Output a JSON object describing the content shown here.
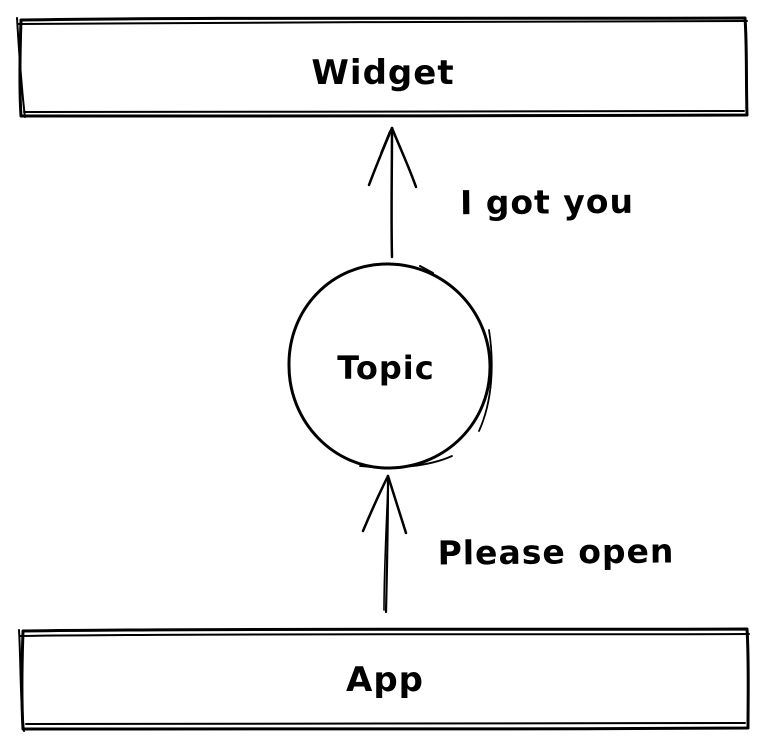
{
  "diagram": {
    "background": "#ffffff",
    "stroke_color": "#000000",
    "style": "hand-drawn",
    "nodes": [
      {
        "id": "widget",
        "label": "Widget",
        "shape": "rectangle",
        "position": "top"
      },
      {
        "id": "topic",
        "label": "Topic",
        "shape": "circle",
        "position": "middle"
      },
      {
        "id": "app",
        "label": "App",
        "shape": "rectangle",
        "position": "bottom"
      }
    ],
    "edges": [
      {
        "from": "app",
        "to": "topic",
        "label": "Please open",
        "direction": "up"
      },
      {
        "from": "topic",
        "to": "widget",
        "label": "I got you",
        "direction": "up"
      }
    ]
  }
}
